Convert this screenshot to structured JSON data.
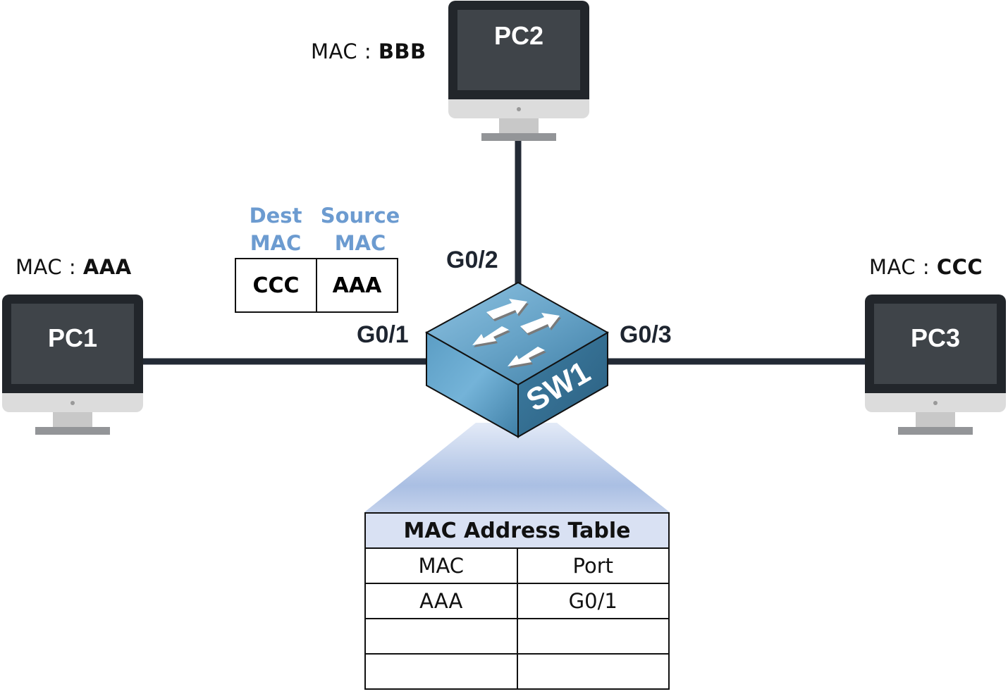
{
  "diagram": {
    "colors": {
      "link": "#232a35",
      "pc_bezel": "#22262b",
      "pc_screen": "#3f4449",
      "pc_chin": "#dcdcdc",
      "pc_stand": "#bdbdbd",
      "pc_base": "#939598",
      "switch_top": "#6fa9cd",
      "switch_side": "#3f7fa5",
      "frame_header": "#6c9bd0",
      "table_header_bg": "#d9e1f3",
      "cone": "#aabfe3"
    },
    "pcs": [
      {
        "id": "pc1",
        "label": "PC1",
        "mac_prefix": "MAC : ",
        "mac": "AAA"
      },
      {
        "id": "pc2",
        "label": "PC2",
        "mac_prefix": "MAC : ",
        "mac": "BBB"
      },
      {
        "id": "pc3",
        "label": "PC3",
        "mac_prefix": "MAC : ",
        "mac": "CCC"
      }
    ],
    "switch": {
      "label": "SW1",
      "icon": "switch-arrows-icon"
    },
    "ports": [
      {
        "name": "G0/1",
        "connects": "PC1"
      },
      {
        "name": "G0/2",
        "connects": "PC2"
      },
      {
        "name": "G0/3",
        "connects": "PC3"
      }
    ],
    "frame": {
      "dest_header_1": "Dest",
      "dest_header_2": "MAC",
      "src_header_1": "Source",
      "src_header_2": "MAC",
      "dest_mac": "CCC",
      "source_mac": "AAA"
    },
    "mac_table": {
      "title": "MAC Address Table",
      "columns": [
        "MAC",
        "Port"
      ],
      "rows": [
        [
          "AAA",
          "G0/1"
        ],
        [
          "",
          ""
        ],
        [
          "",
          ""
        ]
      ]
    }
  }
}
